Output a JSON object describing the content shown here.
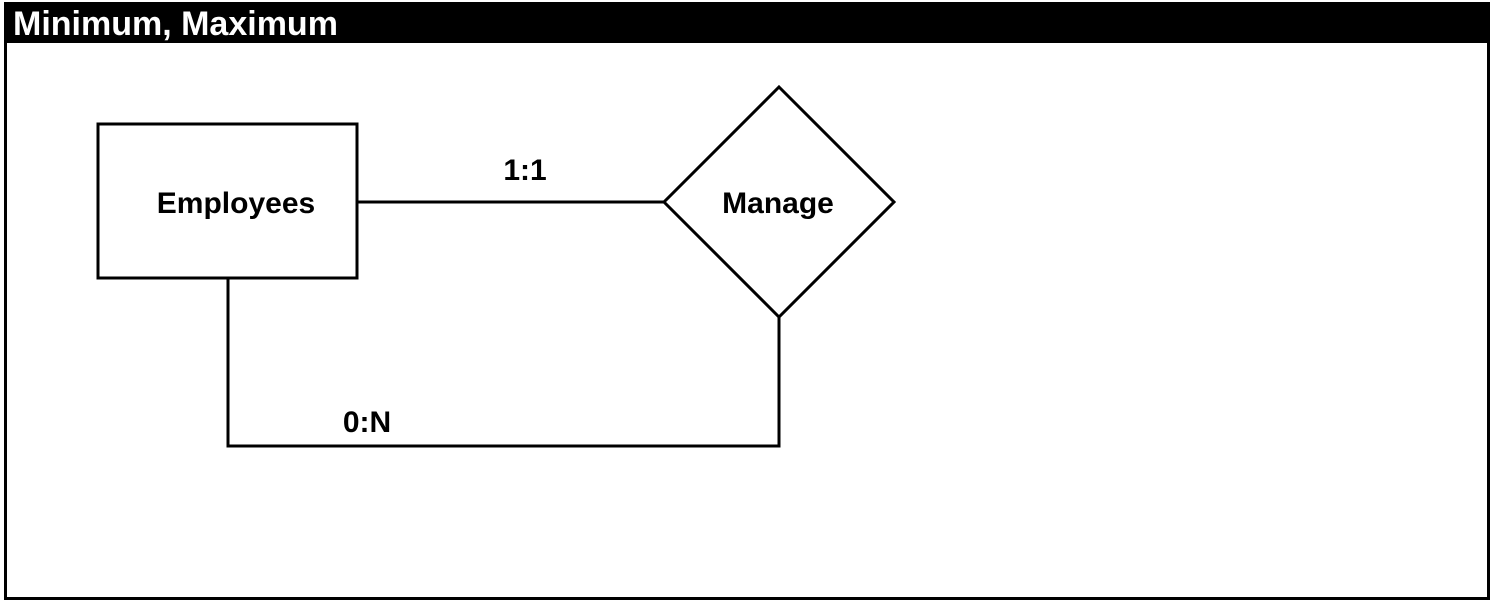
{
  "title": "Minimum, Maximum",
  "entity": {
    "label": "Employees",
    "shape": "rectangle"
  },
  "relationship": {
    "label": "Manage",
    "shape": "diamond"
  },
  "connections": [
    {
      "from": "Employees",
      "to": "Manage",
      "cardinality": "1:1"
    },
    {
      "from": "Employees",
      "to": "Manage",
      "cardinality": "0:N"
    }
  ],
  "colors": {
    "title_background": "#000000",
    "title_text": "#ffffff",
    "stroke": "#000000",
    "background": "#ffffff"
  }
}
